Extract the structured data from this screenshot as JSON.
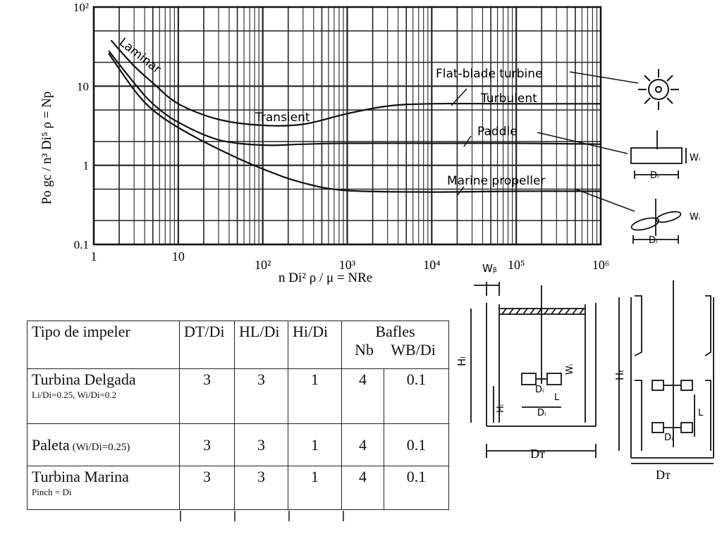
{
  "chart_data": {
    "type": "line",
    "x_scale": "log",
    "y_scale": "log",
    "xlim": [
      1,
      1000000
    ],
    "ylim": [
      0.1,
      100
    ],
    "grid": true,
    "x_ticks": [
      "1",
      "10",
      "10²",
      "10³",
      "10⁴",
      "10⁵",
      "10⁶"
    ],
    "y_ticks": [
      "10²",
      "10",
      "1",
      "0.1"
    ],
    "ylabel": "Po gc / n³ Di⁵ ρ = Np",
    "xlabel": "n Di² ρ / μ = NRe",
    "series": [
      {
        "name": "Flat-blade turbine",
        "x": [
          1.6,
          3,
          5,
          10,
          30,
          100,
          300,
          1000,
          3000,
          10000,
          100000,
          1000000
        ],
        "y": [
          38,
          18,
          11,
          6,
          3.8,
          3.2,
          3.3,
          4.5,
          5.6,
          6,
          6,
          6
        ]
      },
      {
        "name": "Paddle",
        "x": [
          1.5,
          3,
          5,
          10,
          30,
          100,
          300,
          1000,
          10000,
          100000,
          1000000
        ],
        "y": [
          28,
          11,
          6,
          3.5,
          2.1,
          1.8,
          1.85,
          1.9,
          1.9,
          1.9,
          1.85
        ]
      },
      {
        "name": "Marine propeller",
        "x": [
          1.5,
          3,
          5,
          10,
          30,
          100,
          300,
          1000,
          10000,
          100000,
          1000000
        ],
        "y": [
          26,
          9,
          5,
          3,
          1.6,
          0.9,
          0.6,
          0.48,
          0.46,
          0.47,
          0.47
        ]
      }
    ],
    "annotations": [
      "Laminar",
      "Transient",
      "Turbulent",
      "Flat-blade turbine",
      "Paddle",
      "Marine propeller"
    ]
  },
  "diagrams": {
    "paddle_labels": [
      "Wᵢ",
      "Dᵢ"
    ],
    "propeller_labels": [
      "Wᵢ",
      "Dᵢ"
    ],
    "tank1_labels": [
      "Wᵦ",
      "Hₗ",
      "Hᵢ",
      "Wᵢ",
      "Dᵢ",
      "L",
      "Dᵢ",
      "Dт"
    ],
    "tank2_labels": [
      "Hₜ",
      "L",
      "Dᵢ",
      "Dт"
    ]
  },
  "table": {
    "h_tipo": "Tipo de impeler",
    "h_dt": "DT/Di",
    "h_hl": "HL/Di",
    "h_hi": "Hi/Di",
    "h_bafles": "Bafles",
    "h_nb": "Nb",
    "h_wb": "WB/Di",
    "rows": [
      {
        "name": "Turbina Delgada",
        "note": "Li/Di=0.25, Wi/Di=0.2",
        "dt": "3",
        "hl": "3",
        "hi": "1",
        "nb": "4",
        "wb": "0.1"
      },
      {
        "name": "Paleta",
        "note": "(Wi/Di=0.25)",
        "dt": "3",
        "hl": "3",
        "hi": "1",
        "nb": "4",
        "wb": "0.1"
      },
      {
        "name": "Turbina Marina",
        "note": "Pinch = Di",
        "dt": "3",
        "hl": "3",
        "hi": "1",
        "nb": "4",
        "wb": "0.1"
      }
    ]
  }
}
